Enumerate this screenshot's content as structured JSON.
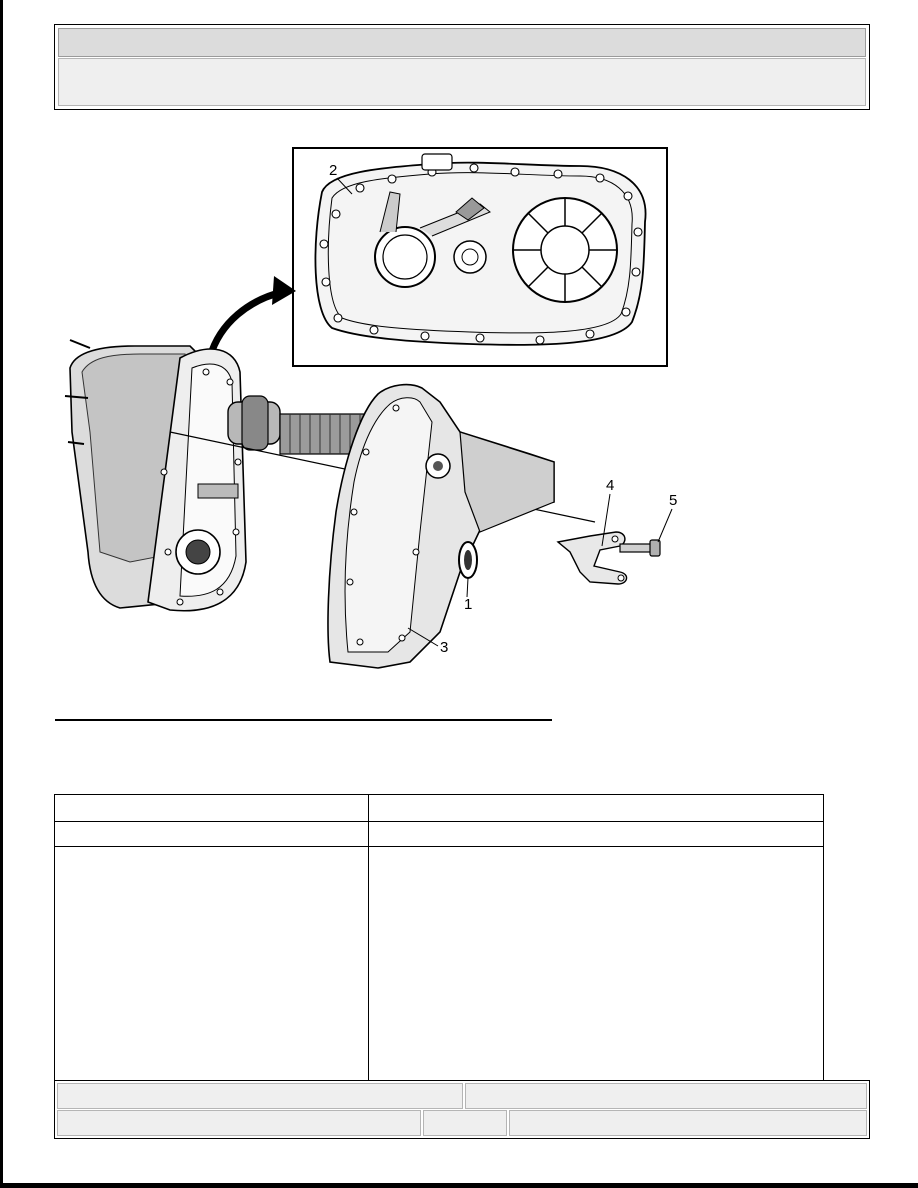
{
  "header": {
    "title": "",
    "subtitle": ""
  },
  "figure": {
    "callouts": [
      "1",
      "2",
      "3",
      "4",
      "5"
    ]
  },
  "spec_table": {
    "rows": [
      [
        "",
        ""
      ],
      [
        "",
        ""
      ],
      [
        "",
        ""
      ]
    ]
  },
  "footer": {
    "top_left": "",
    "top_right": "",
    "bottom_left": "",
    "bottom_middle": "",
    "bottom_right": ""
  }
}
